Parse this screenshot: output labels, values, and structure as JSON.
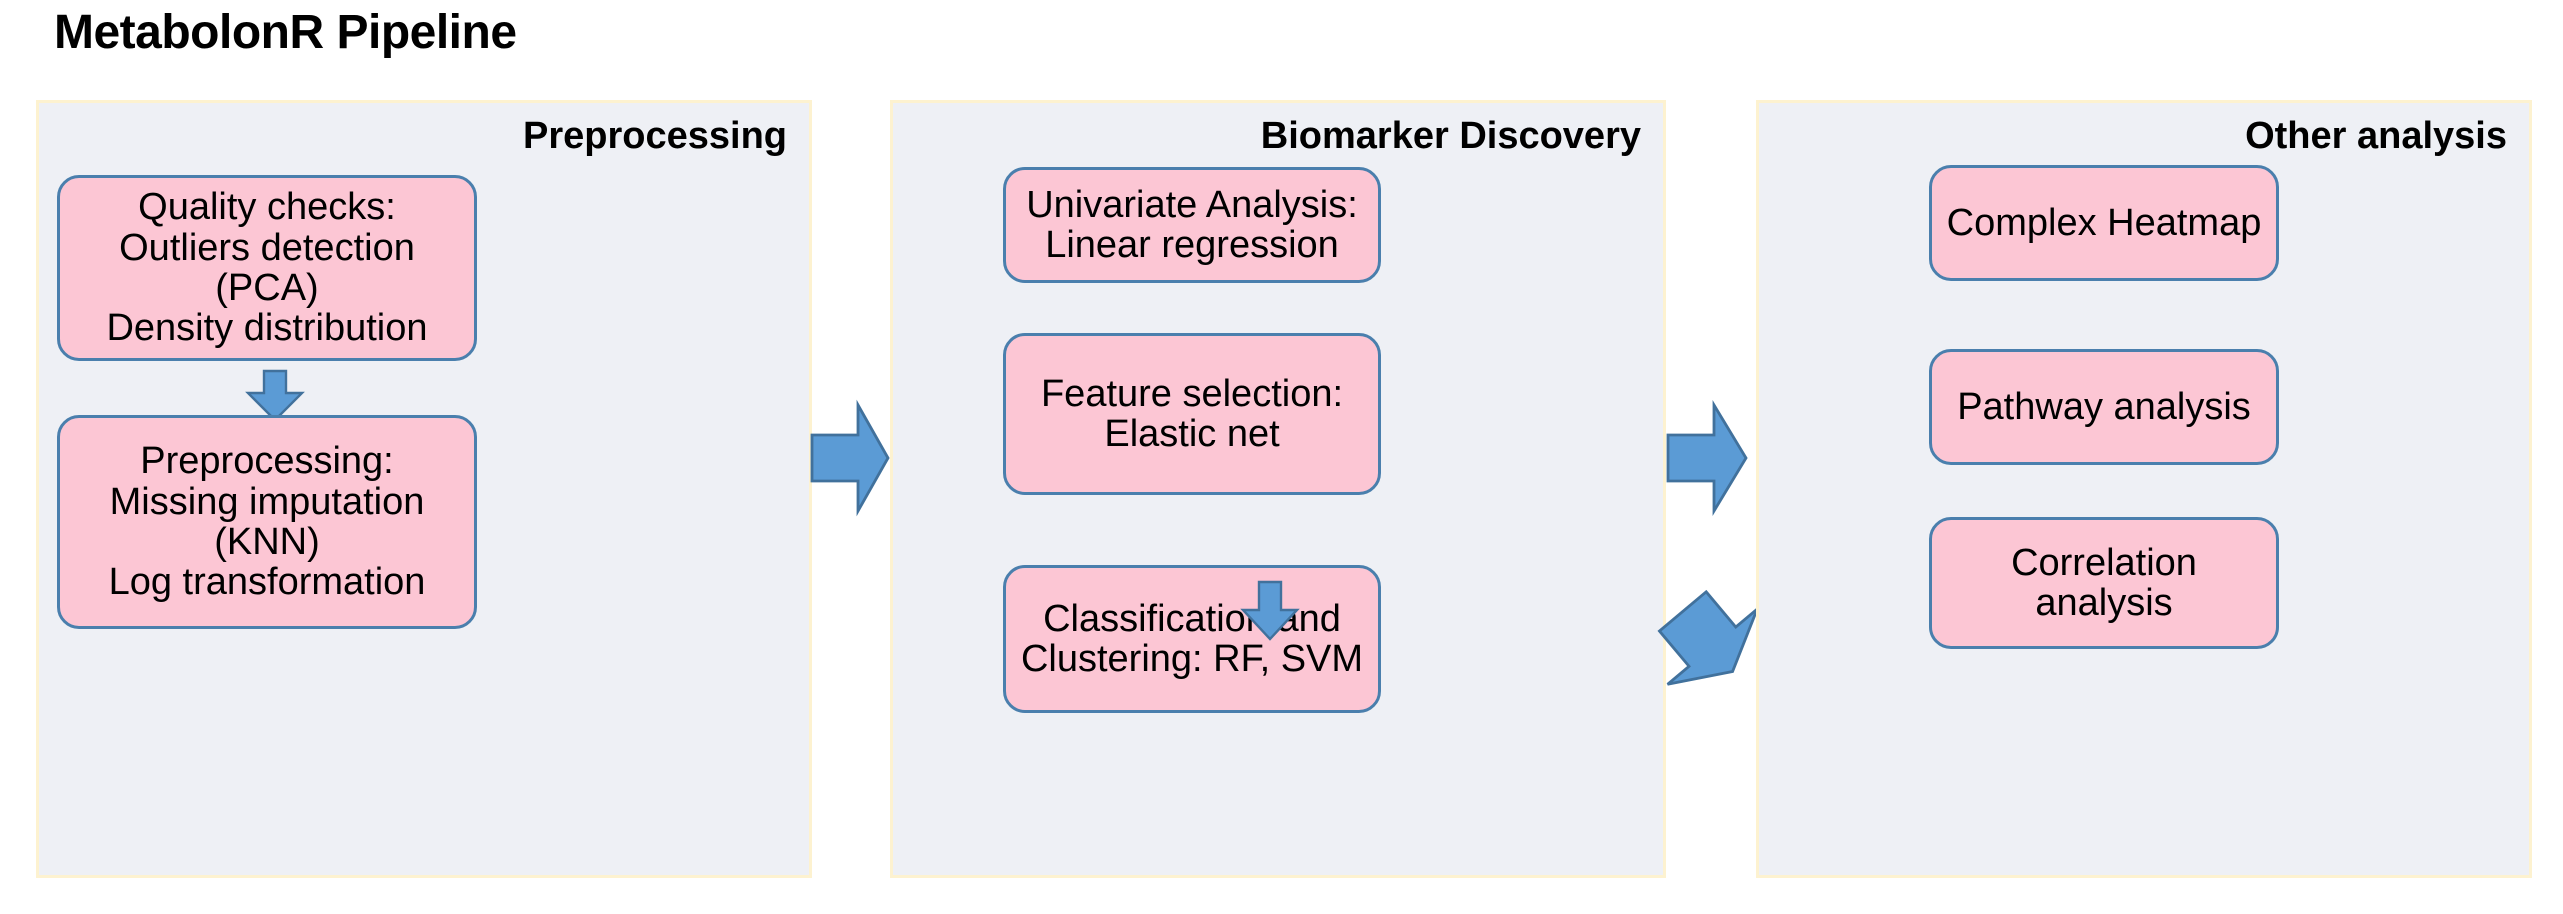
{
  "diagram": {
    "title": "MetabolonR Pipeline",
    "colors": {
      "panel_fill": "#eef0f5",
      "panel_border": "#fdf2d0",
      "node_fill": "#fcc6d4",
      "node_border": "#4a7fad",
      "arrow_fill": "#5b9bd5",
      "arrow_border": "#41719c",
      "text": "#000000",
      "background": "#ffffff"
    },
    "panels": [
      {
        "title": "Preprocessing",
        "nodes": [
          {
            "label": "Quality checks:\nOutliers detection\n(PCA)\nDensity distribution"
          },
          {
            "label": "Preprocessing:\nMissing imputation\n(KNN)\nLog transformation"
          }
        ]
      },
      {
        "title": "Biomarker Discovery",
        "nodes": [
          {
            "label": "Univariate Analysis:\nLinear regression"
          },
          {
            "label": "Feature selection:\nElastic net"
          },
          {
            "label": "Classification and\nClustering: RF, SVM"
          }
        ]
      },
      {
        "title": "Other analysis",
        "nodes": [
          {
            "label": "Complex Heatmap"
          },
          {
            "label": "Pathway analysis"
          },
          {
            "label": "Correlation\nanalysis"
          }
        ]
      }
    ],
    "arrows": [
      {
        "name": "arrow-down-quality-to-preprocessing",
        "direction": "down"
      },
      {
        "name": "arrow-down-feature-to-classification",
        "direction": "down"
      },
      {
        "name": "arrow-right-preprocessing-to-biomarker",
        "direction": "right"
      },
      {
        "name": "arrow-right-biomarker-to-other",
        "direction": "right"
      },
      {
        "name": "arrow-diagonal-biomarker-to-other",
        "direction": "down-right"
      }
    ]
  }
}
